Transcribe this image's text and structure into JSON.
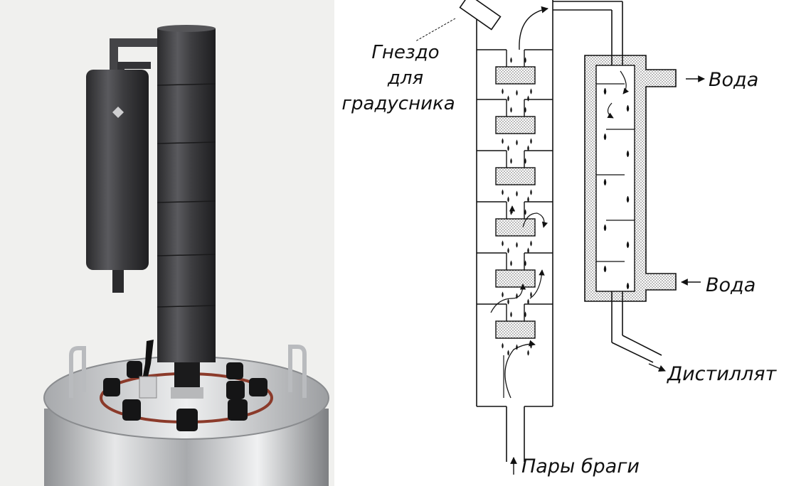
{
  "photo": {
    "subject": "Бражная колонна на перегонном кубе",
    "background_color": "#f0f0ee",
    "metal_color": "#3a3a3c",
    "steel_color": "#c8c9cb"
  },
  "diagram": {
    "labels": {
      "thermometer_socket": [
        "Гнездо",
        "для",
        "градусника"
      ],
      "water_out": "Вода",
      "water_in": "Вода",
      "distillate": "Дистиллят",
      "mash_vapors": "Пары браги"
    },
    "colors": {
      "line": "#111111",
      "hatch": "#9a9a9a"
    }
  }
}
